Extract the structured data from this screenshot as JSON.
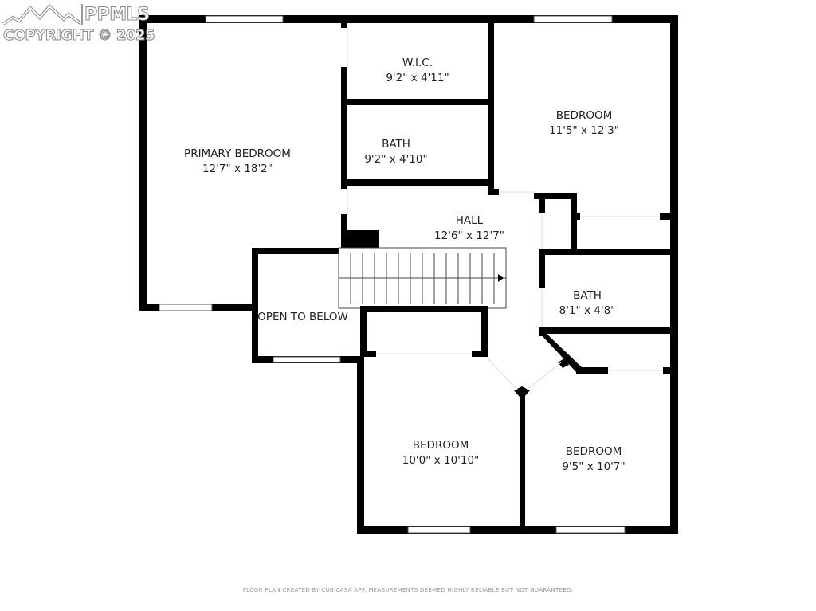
{
  "watermark": {
    "brand": "PPMLS",
    "copyright": "COPYRIGHT © 2025"
  },
  "rooms": [
    {
      "name": "PRIMARY BEDROOM",
      "size": "12'7\" x 18'2\""
    },
    {
      "name": "W.I.C.",
      "size": "9'2\" x 4'11\""
    },
    {
      "name": "BATH",
      "size": "9'2\" x 4'10\""
    },
    {
      "name": "BEDROOM",
      "size": "11'5\" x 12'3\""
    },
    {
      "name": "HALL",
      "size": "12'6\" x 12'7\""
    },
    {
      "name": "BATH",
      "size": "8'1\" x 4'8\""
    },
    {
      "name": "OPEN TO BELOW",
      "size": ""
    },
    {
      "name": "BEDROOM",
      "size": "10'0\" x 10'10\""
    },
    {
      "name": "BEDROOM",
      "size": "9'5\" x 10'7\""
    }
  ],
  "footer": {
    "disclaimer": "FLOOR PLAN CREATED BY CUBICASA APP. MEASUREMENTS DEEMED HIGHLY RELIABLE BUT NOT GUARANTEED."
  }
}
